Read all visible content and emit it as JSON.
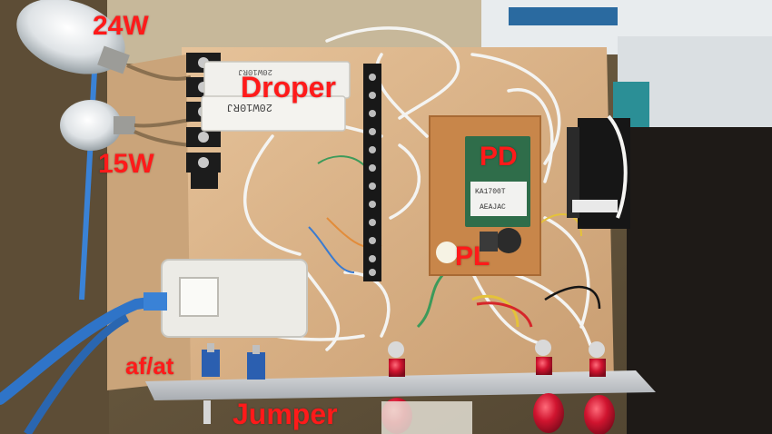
{
  "labels": {
    "bulb_top": "24W",
    "resistor": "Droper",
    "bulb_bottom": "15W",
    "module_top": "PD",
    "module_bottom": "PL",
    "switch_left": "af/at",
    "switch_right": "Jumper"
  },
  "component_markings": {
    "resistor_1": "20W10RJ",
    "resistor_2": "20W10RJ",
    "module_text_1": "KA1700T",
    "module_text_2": "AEAJAC"
  },
  "colors": {
    "label_red": "#ff1a1a",
    "board_wood": "#d9b58a",
    "ethernet_blue": "#2f74c8",
    "terminal_red": "#c8102e",
    "pcb_green": "#2f6d4a"
  }
}
